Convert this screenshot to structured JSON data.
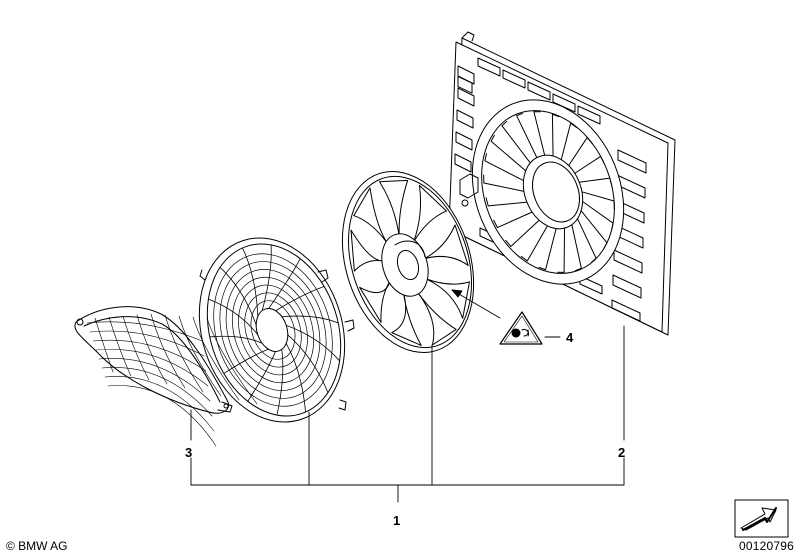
{
  "callouts": {
    "part_1": "1",
    "part_2": "2",
    "part_3": "3",
    "part_4": "4"
  },
  "footer": {
    "copyright": "© BMW AG",
    "document_number": "00120796"
  },
  "icons": {
    "warning_label": "fan-warning-label-icon",
    "navigation": "arrow-navigation-icon"
  },
  "colors": {
    "line": "#000000",
    "background": "#ffffff"
  }
}
